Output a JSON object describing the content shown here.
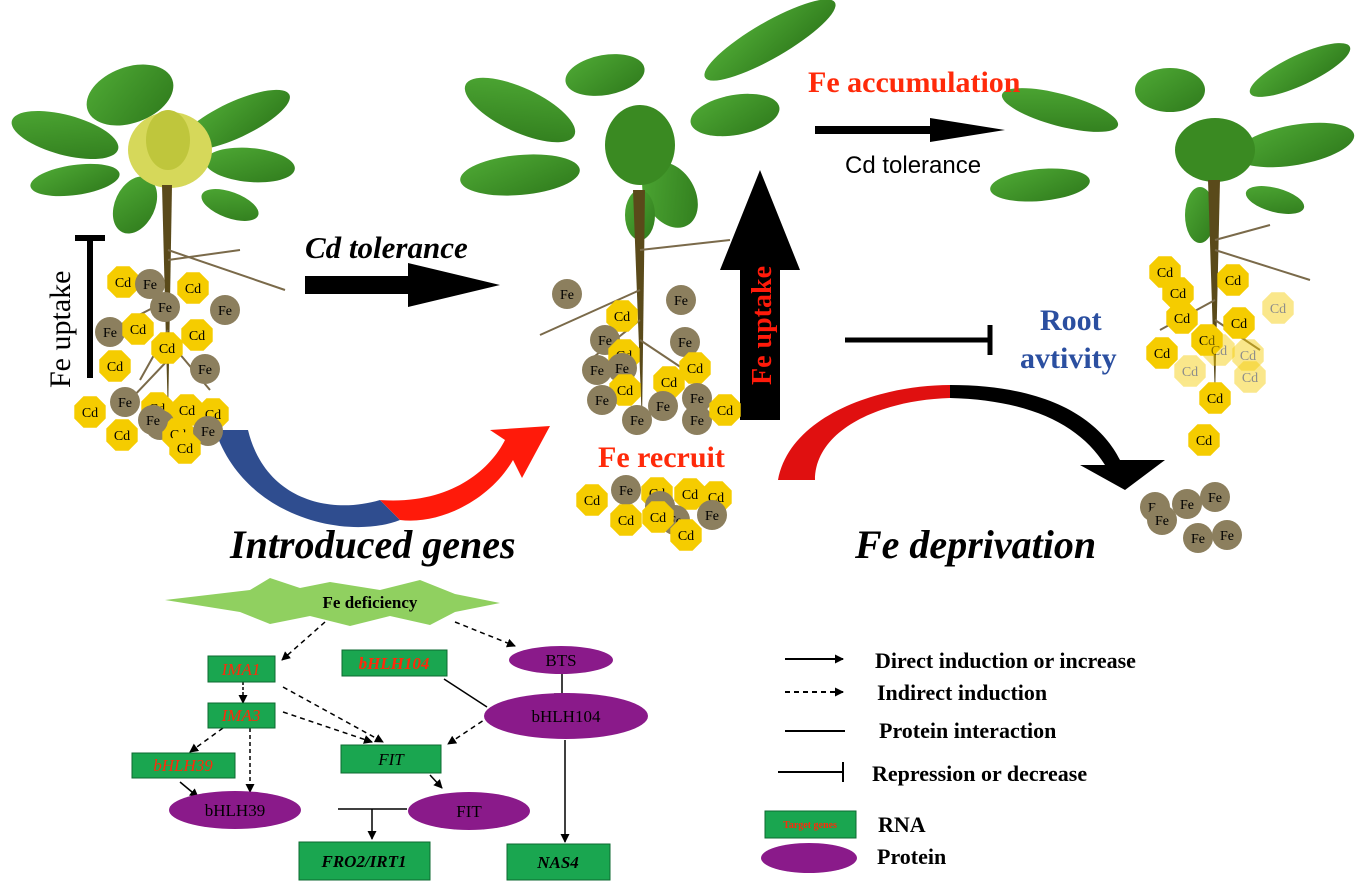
{
  "labels": {
    "fe_uptake_left": "Fe uptake",
    "cd_tolerance_center": "Cd tolerance",
    "fe_uptake_center": "Fe uptake",
    "fe_accumulation": "Fe accumulation",
    "cd_tolerance_right": "Cd tolerance",
    "root_activity_line1": "Root",
    "root_activity_line2": "avtivity",
    "fe_recruit": "Fe recruit",
    "introduced_genes": "Introduced genes",
    "fe_deprivation": "Fe deprivation"
  },
  "ion": {
    "cd": "Cd",
    "fe": "Fe"
  },
  "network": {
    "fe_deficiency": "Fe deficiency",
    "ima1": "IMA1",
    "ima3": "IMA3",
    "bhlh39_gene": "bHLH39",
    "bhlh104_gene": "bHLH104",
    "fit_gene": "FIT",
    "bts": "BTS",
    "bhlh104_protein": "bHLH104",
    "bhlh39_protein": "bHLH39",
    "fit_protein": "FIT",
    "fro2_irt1": "FRO2/IRT1",
    "nas4": "NAS4"
  },
  "legend": {
    "direct": "Direct induction or increase",
    "indirect": "Indirect induction",
    "interaction": "Protein interaction",
    "repression": "Repression or decrease",
    "target_genes": "Target genes",
    "rna": "RNA",
    "protein": "Protein"
  },
  "colors": {
    "cd_ion": "#f5cc00",
    "fe_ion": "#8c7f5e",
    "leaf": "#3f9a2a",
    "stem": "#5a4a1a",
    "red_text": "#ff2a0a",
    "blue_text": "#2b4fa0",
    "rna_box": "#1aa650",
    "protein_ellipse": "#8a1a8a",
    "fe_deficiency_star": "#90d060"
  }
}
